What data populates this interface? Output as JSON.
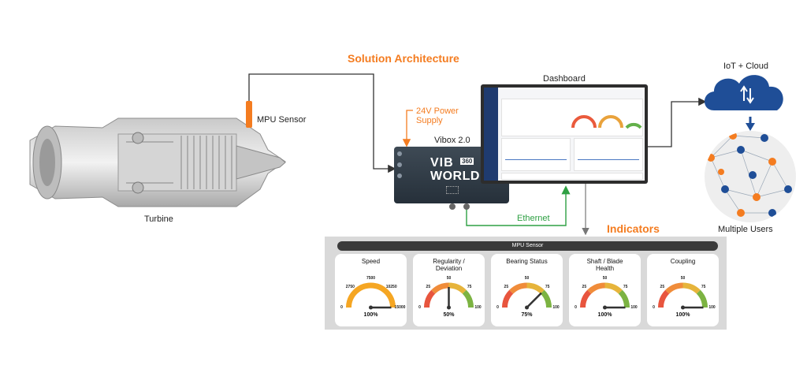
{
  "title": "Solution Architecture",
  "turbine_label": "Turbine",
  "sensor_label": "MPU Sensor",
  "power_label_line1": "24V Power",
  "power_label_line2": "Supply",
  "vibox_label": "Vibox 2.0",
  "vibox_logo_top": "VIB",
  "vibox_logo_badge": "360",
  "vibox_logo_bottom": "WORLD",
  "dashboard_label": "Dashboard",
  "ethernet_label": "Ethernet",
  "cloud_label": "IoT + Cloud",
  "users_label": "Multiple Users",
  "indicators_title": "Indicators",
  "indicators_bar_label": "MPU Sensor",
  "colors": {
    "orange": "#f47c20",
    "green": "#2ea043",
    "cloud_blue": "#1f4e97",
    "dark": "#333333"
  },
  "indicators": [
    {
      "title": "Speed",
      "value_label": "100%",
      "ticks": [
        "0",
        "2750",
        "7500",
        "10250",
        "15000"
      ],
      "value_fraction": 1.0
    },
    {
      "title": "Regularity / Deviation",
      "value_label": "50%",
      "ticks": [
        "0",
        "25",
        "50",
        "75",
        "100"
      ],
      "value_fraction": 0.5
    },
    {
      "title": "Bearing Status",
      "value_label": "75%",
      "ticks": [
        "0",
        "25",
        "50",
        "75",
        "100"
      ],
      "value_fraction": 0.75
    },
    {
      "title": "Shaft / Blade Health",
      "value_label": "100%",
      "ticks": [
        "0",
        "25",
        "50",
        "75",
        "100"
      ],
      "value_fraction": 1.0
    },
    {
      "title": "Coupling",
      "value_label": "100%",
      "ticks": [
        "0",
        "25",
        "50",
        "75",
        "100"
      ],
      "value_fraction": 1.0
    }
  ]
}
